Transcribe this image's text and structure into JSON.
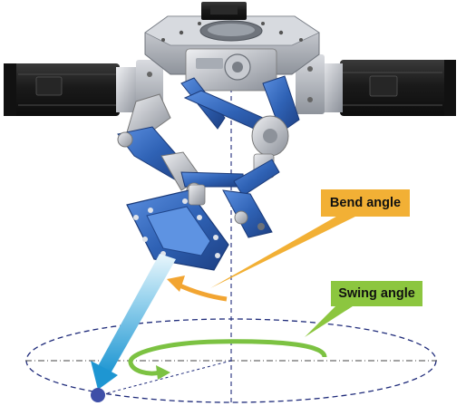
{
  "annotations": {
    "bend_angle": "Bend angle",
    "swing_angle": "Swing angle"
  },
  "colors": {
    "bend_callout": "#f2b035",
    "swing_callout": "#8cc63f",
    "swing_arc": "#7cc242",
    "bend_arrow": "#f2a532",
    "link_blue": "#2f62b5",
    "tool_axis": "#2aa6dc",
    "motor_body": "#1c1c1c",
    "frame_gray": "#b9bcc2",
    "reference_lines": "#1f2b7a",
    "tip_point": "#3e4fa8"
  },
  "icons": [
    "motor-left-icon",
    "motor-right-icon",
    "motor-top-icon",
    "tip-point-marker"
  ]
}
